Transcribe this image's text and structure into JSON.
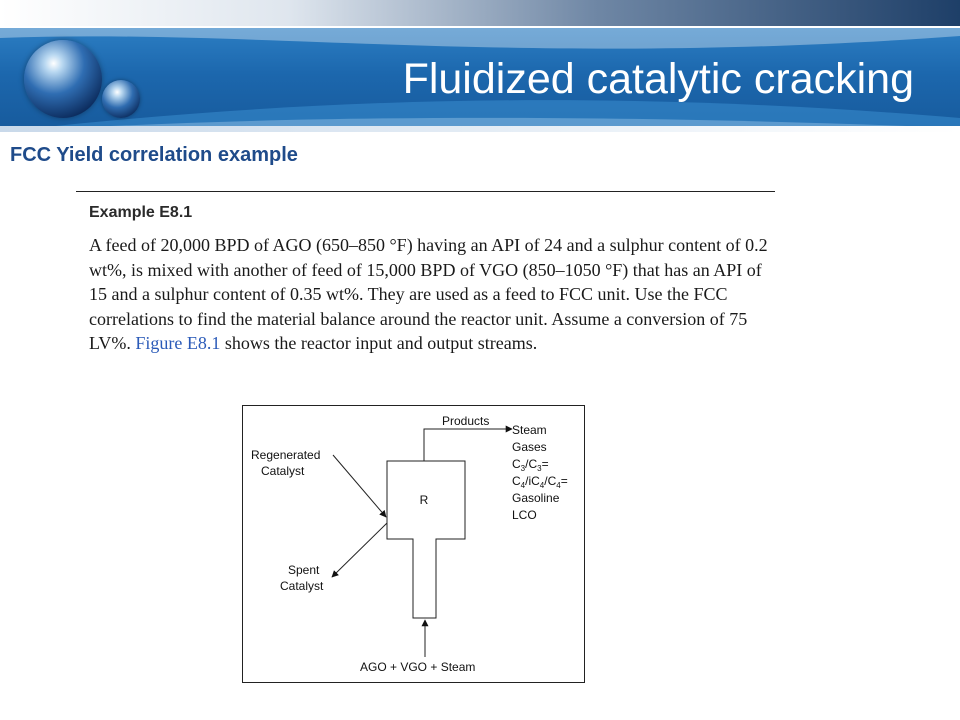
{
  "slide": {
    "title": "Fluidized catalytic cracking",
    "section_heading": "FCC Yield correlation example"
  },
  "example": {
    "title": "Example E8.1",
    "body": "A feed of 20,000 BPD of AGO (650–850 °F) having an API of 24 and a sulphur content of 0.2 wt%, is mixed with another of feed of 15,000 BPD of VGO (850–1050 °F) that has an API of 15 and a sulphur content of 0.35 wt%. They are used as a feed to FCC unit. Use the FCC correlations to find the material balance around the reactor unit. Assume a conversion of 75 LV%.",
    "figure_ref": "Figure E8.1",
    "body_end": "shows the reactor input and output streams."
  },
  "diagram": {
    "reactor_label": "R",
    "products_label": "Products",
    "regenerated": [
      "Regenerated",
      "Catalyst"
    ],
    "spent": [
      "Spent",
      "Catalyst"
    ],
    "feed_label": "AGO + VGO + Steam",
    "products_list": {
      "steam": "Steam",
      "gases": "Gases",
      "c3_a": "C",
      "c3_s1": "3",
      "c3_b": "/C",
      "c3_s2": "3",
      "c3_c": "=",
      "c4_a": "C",
      "c4_s1": "4",
      "c4_b": "/iC",
      "c4_s2": "4",
      "c4_c": "/C",
      "c4_s3": "4",
      "c4_d": "=",
      "gasoline": "Gasoline",
      "lco": "LCO"
    }
  },
  "colors": {
    "header_blue": "#1c67ad",
    "heading_blue": "#1f4b8a",
    "link_blue": "#2a5ab8"
  }
}
